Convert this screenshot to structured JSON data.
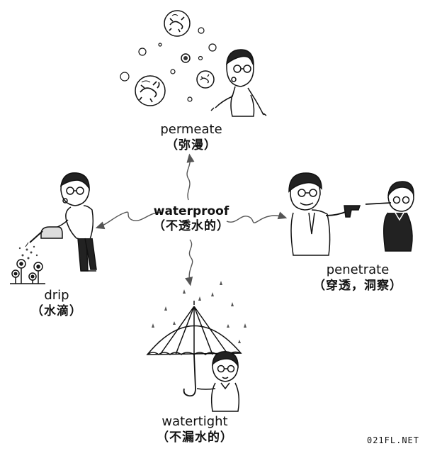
{
  "center": {
    "word": "waterproof",
    "meaning": "（不透水的）"
  },
  "branches": {
    "top": {
      "word": "permeate",
      "meaning": "（弥漫）"
    },
    "left": {
      "word": "drip",
      "meaning": "（水滴）"
    },
    "right": {
      "word": "penetrate",
      "meaning": "（穿透，洞察）"
    },
    "bottom": {
      "word": "watertight",
      "meaning": "（不漏水的）"
    }
  },
  "watermark": "021FL.NET",
  "colors": {
    "ink": "#111111",
    "paper": "#ffffff",
    "shade": "#555555"
  }
}
